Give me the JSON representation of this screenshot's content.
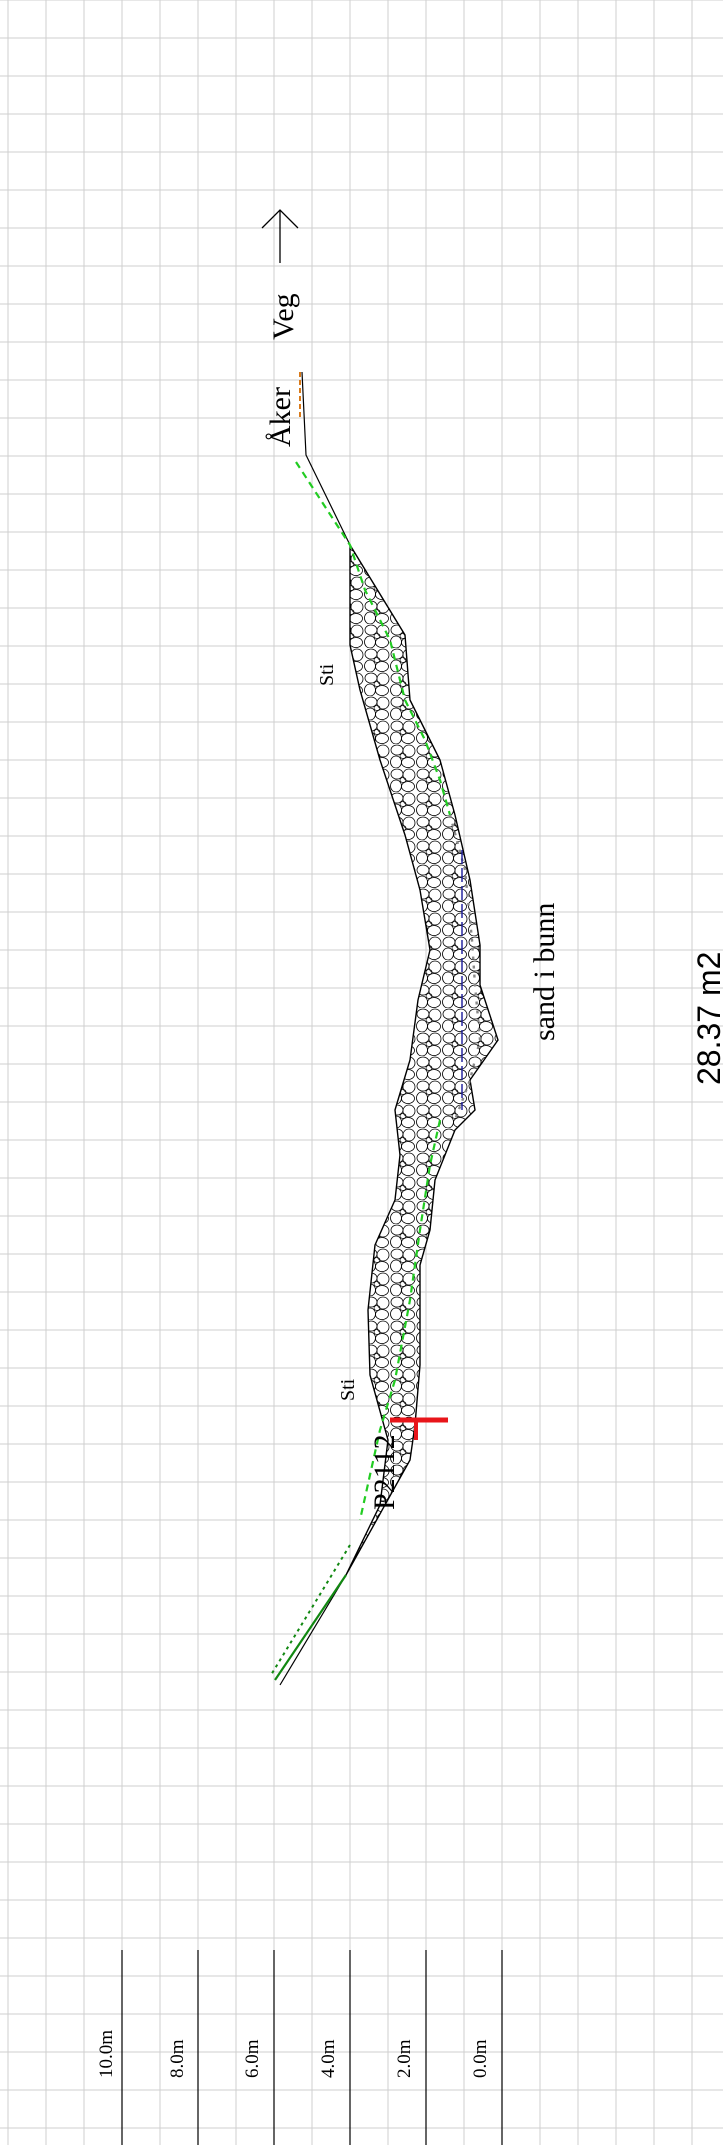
{
  "labels": {
    "veg": "Veg",
    "aker": "Åker",
    "sti_upper": "Sti",
    "sti_lower": "Sti",
    "station": "P2112",
    "bottom_note": "sand i bunn",
    "area": "28.37 m2"
  },
  "scale_labels": [
    "10.0m",
    "8.0m",
    "6.0m",
    "4.0m",
    "2.0m",
    "0.0m"
  ],
  "colors": {
    "grid": "#cfcfcf",
    "riprap_outline": "#000000",
    "green_line": "#22cc22",
    "dark_green_line": "#118811",
    "blue_line": "#1a1a99",
    "gray_dashed": "#888888",
    "orange_dashed": "#d97a1a",
    "marker": "#e8151a"
  },
  "icons": {
    "direction_arrow": "arrow-right-icon"
  }
}
